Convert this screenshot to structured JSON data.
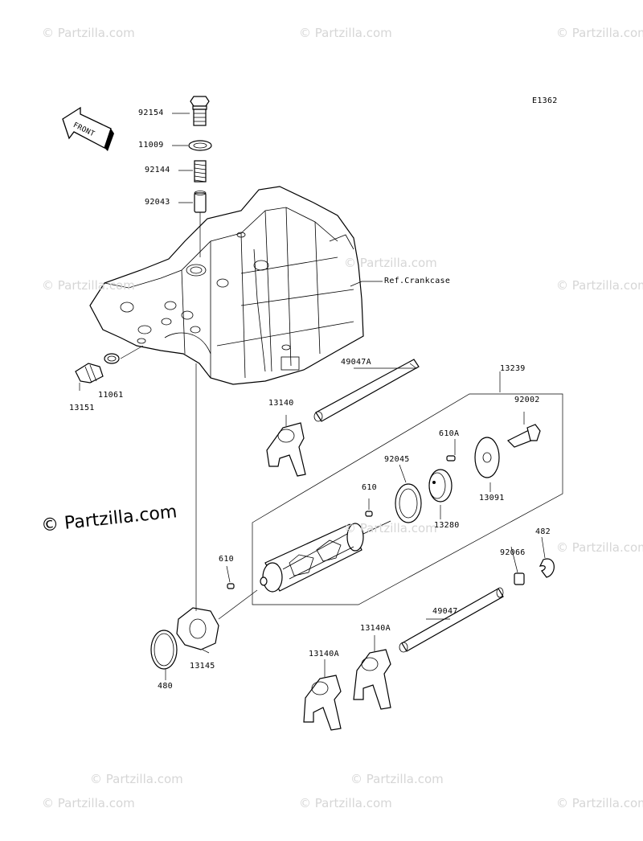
{
  "diagram_code": "E1362",
  "front_label": "FRONT",
  "ref_label": "Ref.Crankcase",
  "watermark": "© Partzilla.com",
  "watermark_big": "© Partzilla.com",
  "parts": [
    {
      "id": "92154"
    },
    {
      "id": "11009"
    },
    {
      "id": "92144"
    },
    {
      "id": "92043"
    },
    {
      "id": "11061"
    },
    {
      "id": "13151"
    },
    {
      "id": "49047A"
    },
    {
      "id": "13239"
    },
    {
      "id": "92002"
    },
    {
      "id": "13140"
    },
    {
      "id": "610A"
    },
    {
      "id": "92045"
    },
    {
      "id": "13091"
    },
    {
      "id": "610"
    },
    {
      "id": "13280"
    },
    {
      "id": "482"
    },
    {
      "id": "92066"
    },
    {
      "id": "610"
    },
    {
      "id": "49047"
    },
    {
      "id": "13140A"
    },
    {
      "id": "13140A"
    },
    {
      "id": "13145"
    },
    {
      "id": "480"
    }
  ]
}
